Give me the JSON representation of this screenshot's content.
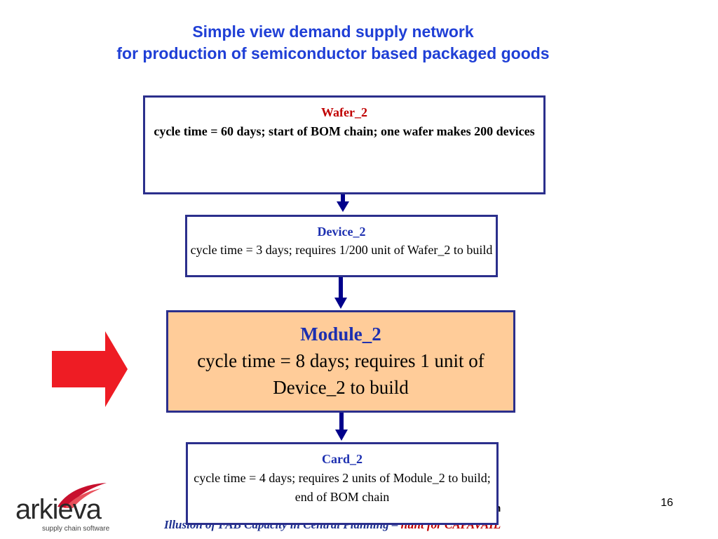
{
  "title": {
    "line1": "Simple view demand supply network",
    "line2": "for production of semiconductor based packaged goods"
  },
  "nodes": {
    "wafer": {
      "name": "Wafer_2",
      "desc": "cycle time = 60 days; start of BOM chain; one wafer makes 200 devices"
    },
    "device": {
      "name": "Device_2",
      "desc": "cycle time = 3 days; requires 1/200 unit of Wafer_2 to build"
    },
    "module": {
      "name": "Module_2",
      "desc": "cycle time = 8 days; requires 1 unit of Device_2 to build"
    },
    "card": {
      "name": "Card_2",
      "desc": "cycle time = 4 days; requires 2 units of Module_2 to build; end of BOM chain"
    }
  },
  "logo": {
    "word": "arkieva",
    "tagline": "supply chain software"
  },
  "page_number": "16",
  "footer": {
    "note_fragment": "gh",
    "left_text": "Illusion of FAB Capacity in Central Planning – ",
    "right_text": "hunt for CAPAVAIL"
  },
  "colors": {
    "title": "#1f3fd6",
    "box_border": "#2b2f8c",
    "module_fill": "#ffcc99",
    "big_arrow": "#ee1c24",
    "connector": "#00008b"
  }
}
